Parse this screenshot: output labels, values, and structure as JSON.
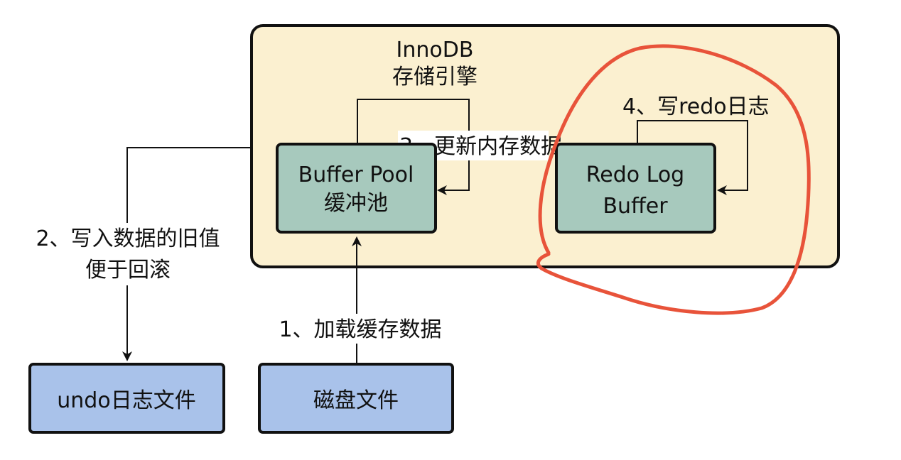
{
  "colors": {
    "engine_fill": "#fbf0d0",
    "memory_box_fill": "#a7c9bd",
    "disk_box_fill": "#a9c2ea",
    "stroke": "#111111",
    "highlight": "#e8533a"
  },
  "engine": {
    "title_line1": "InnoDB",
    "title_line2": "存储引擎"
  },
  "boxes": {
    "buffer_pool": {
      "line1": "Buffer Pool",
      "line2": "缓冲池"
    },
    "redo_log_buffer": {
      "line1": "Redo Log",
      "line2": "Buffer"
    },
    "undo_file": {
      "label": "undo日志文件"
    },
    "disk_file": {
      "label": "磁盘文件"
    }
  },
  "edges": {
    "load_cache": {
      "label": "1、加载缓存数据"
    },
    "write_undo": {
      "line1": "2、写入数据的旧值",
      "line2": "便于回滚"
    },
    "update_memory": {
      "label": "3、更新内存数据"
    },
    "write_redo": {
      "label": "4、写redo日志"
    }
  }
}
